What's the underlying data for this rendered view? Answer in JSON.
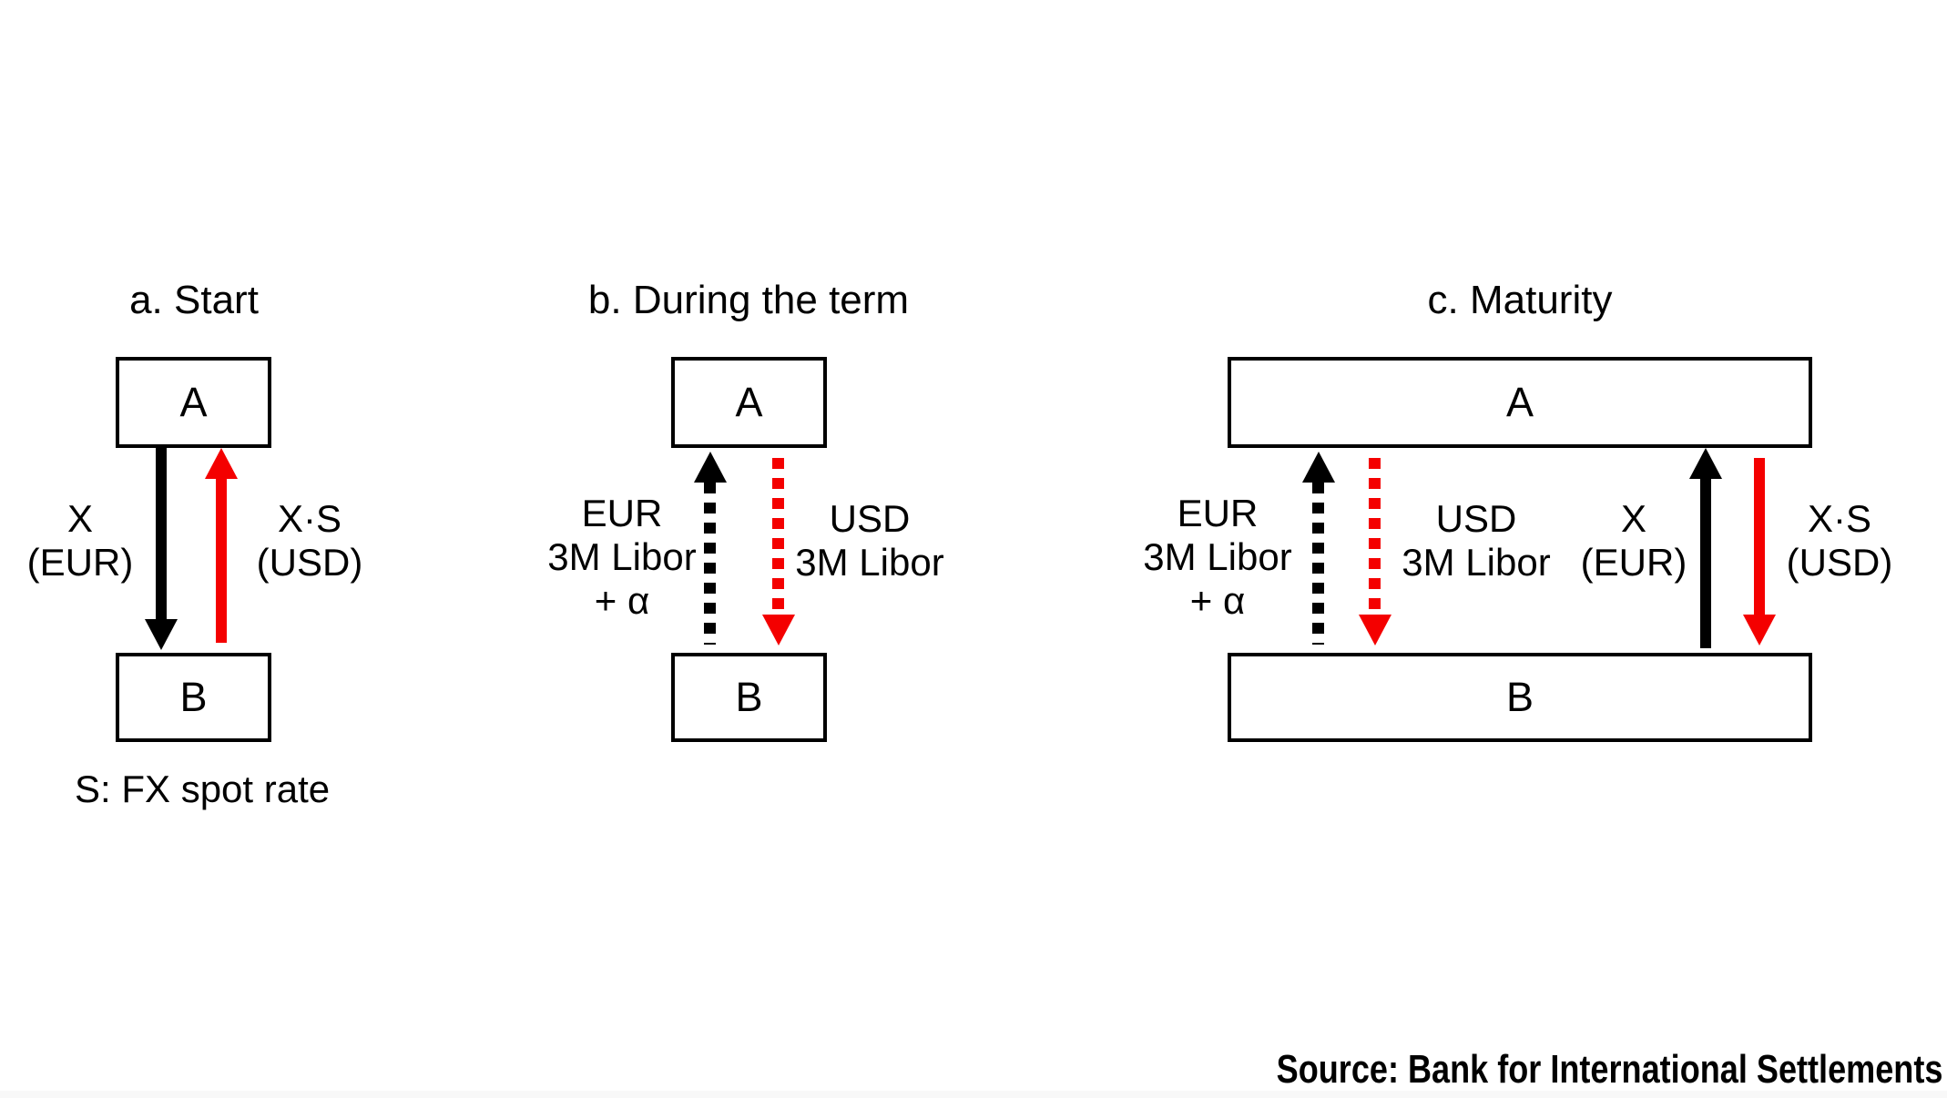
{
  "colors": {
    "arrow_red": "#f40000",
    "arrow_black": "#000000",
    "box_border": "#000000",
    "background": "#ffffff"
  },
  "panel_a": {
    "title": "a. Start",
    "party_a": "A",
    "party_b": "B",
    "eur_flow": {
      "line1": "X",
      "line2": "(EUR)"
    },
    "usd_flow": {
      "line1": "X·S",
      "line2": "(USD)"
    },
    "footnote": "S: FX spot rate"
  },
  "panel_b": {
    "title": "b. During the term",
    "party_a": "A",
    "party_b": "B",
    "eur_flow": {
      "line1": "EUR",
      "line2": "3M Libor",
      "line3": "+ α"
    },
    "usd_flow": {
      "line1": "USD",
      "line2": "3M Libor"
    }
  },
  "panel_c": {
    "title": "c. Maturity",
    "party_a": "A",
    "party_b": "B",
    "eur_interest_flow": {
      "line1": "EUR",
      "line2": "3M Libor",
      "line3": "+ α"
    },
    "usd_interest_flow": {
      "line1": "USD",
      "line2": "3M Libor"
    },
    "eur_principal_flow": {
      "line1": "X",
      "line2": "(EUR)"
    },
    "usd_principal_flow": {
      "line1": "X·S",
      "line2": "(USD)"
    }
  },
  "source_note": "Source: Bank for International Settlements"
}
